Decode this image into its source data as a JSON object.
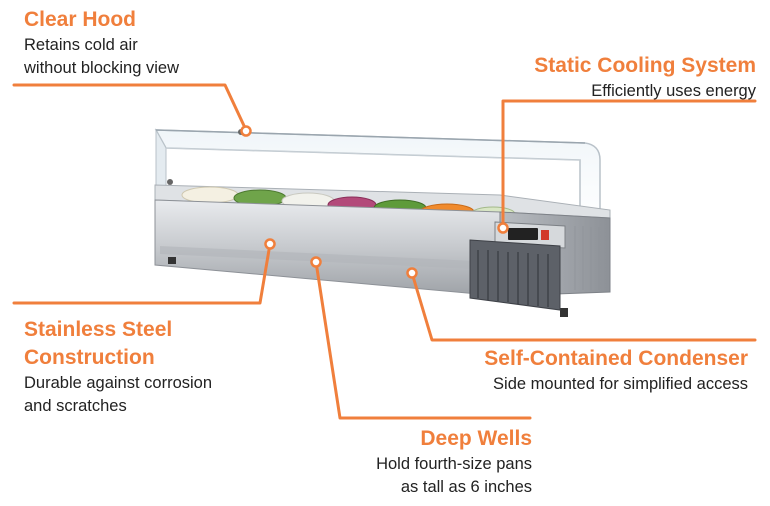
{
  "callouts": {
    "clear_hood": {
      "title": "Clear Hood",
      "desc": [
        "Retains cold air",
        "without blocking view"
      ]
    },
    "static_cooling": {
      "title": "Static Cooling System",
      "desc": [
        "Efficiently uses energy"
      ]
    },
    "stainless_steel": {
      "title": [
        "Stainless Steel",
        "Construction"
      ],
      "desc": [
        "Durable against corrosion",
        "and scratches"
      ]
    },
    "condenser": {
      "title": "Self-Contained Condenser",
      "desc": [
        "Side mounted for simplified access"
      ]
    },
    "deep_wells": {
      "title": "Deep Wells",
      "desc": [
        "Hold fourth-size pans",
        "as tall as 6 inches"
      ]
    }
  },
  "colors": {
    "accent": "#f07f3c",
    "text": "#222222",
    "steel": "#c9ccd0"
  },
  "icons": [
    "orange-leader-line",
    "callout-dot"
  ]
}
